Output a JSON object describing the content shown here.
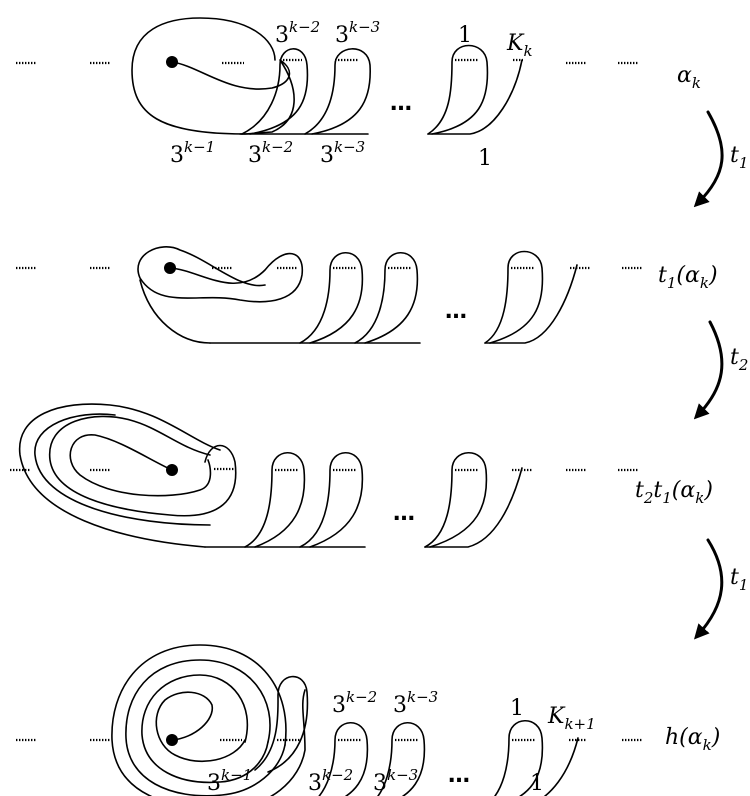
{
  "rows": [
    {
      "name": "alpha_k",
      "label_main": "α",
      "label_sub": "k",
      "top_labels": [
        "3",
        "3",
        "1",
        "K"
      ],
      "top_label_sups": [
        "k−2",
        "k−3"
      ],
      "top_K_sub": "k",
      "bottom_labels": [
        "3",
        "3",
        "3"
      ],
      "bottom_sups": [
        "k−1",
        "k−2",
        "k−3"
      ],
      "bottom_one": "1"
    },
    {
      "name": "t1_alpha_k",
      "label_text": "t",
      "label_sub": "1",
      "label_paren": "(α",
      "label_paren_sub": "k",
      "label_close": ")"
    },
    {
      "name": "t2t1_alpha_k",
      "label_text": "t",
      "label_sub": "2",
      "label_text2": "t",
      "label_sub2": "1",
      "label_paren": "(α",
      "label_paren_sub": "k",
      "label_close": ")"
    },
    {
      "name": "h_alpha_k",
      "label_text": "h",
      "label_paren": "(α",
      "label_paren_sub": "k",
      "label_close": ")",
      "top_labels": [
        "3",
        "3",
        "1",
        "K"
      ],
      "top_label_sups": [
        "k−2",
        "k−3"
      ],
      "top_K_sub": "k+1",
      "bottom_labels": [
        "3",
        "3",
        "3"
      ],
      "bottom_sups": [
        "k−1",
        "k−2",
        "k−3"
      ],
      "bottom_one": "1"
    }
  ],
  "arrows": [
    {
      "name": "t1",
      "letter": "t",
      "sub": "1"
    },
    {
      "name": "t2",
      "letter": "t",
      "sub": "2"
    },
    {
      "name": "t1",
      "letter": "t",
      "sub": "1"
    }
  ],
  "ellipsis": "…"
}
